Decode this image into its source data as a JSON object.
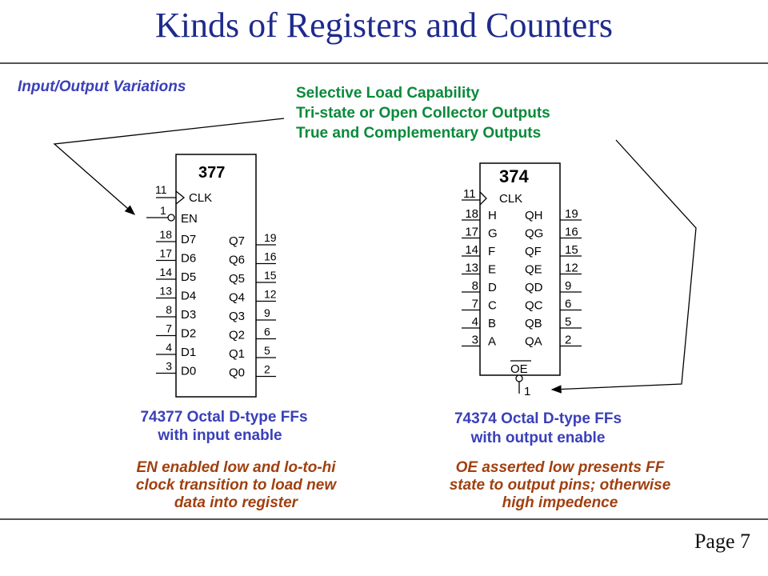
{
  "title": "Kinds of Registers and Counters",
  "io_heading": "Input/Output Variations",
  "variations": [
    "Selective Load Capability",
    "Tri-state or Open Collector Outputs",
    "True and Complementary Outputs"
  ],
  "chip377": {
    "name": "377",
    "clk_label": "CLK",
    "en_label": "EN",
    "clk_pin": "11",
    "en_pin": "1",
    "inputs": [
      {
        "label": "D7",
        "pin": "18"
      },
      {
        "label": "D6",
        "pin": "17"
      },
      {
        "label": "D5",
        "pin": "14"
      },
      {
        "label": "D4",
        "pin": "13"
      },
      {
        "label": "D3",
        "pin": "8"
      },
      {
        "label": "D2",
        "pin": "7"
      },
      {
        "label": "D1",
        "pin": "4"
      },
      {
        "label": "D0",
        "pin": "3"
      }
    ],
    "outputs": [
      {
        "label": "Q7",
        "pin": "19"
      },
      {
        "label": "Q6",
        "pin": "16"
      },
      {
        "label": "Q5",
        "pin": "15"
      },
      {
        "label": "Q4",
        "pin": "12"
      },
      {
        "label": "Q3",
        "pin": "9"
      },
      {
        "label": "Q2",
        "pin": "6"
      },
      {
        "label": "Q1",
        "pin": "5"
      },
      {
        "label": "Q0",
        "pin": "2"
      }
    ],
    "caption": [
      "74377 Octal D-type FFs",
      "with input enable"
    ],
    "note": [
      "EN enabled low and lo-to-hi",
      "clock transition to load new",
      "data into register"
    ]
  },
  "chip374": {
    "name": "374",
    "clk_label": "CLK",
    "oe_label": "OE",
    "clk_pin": "11",
    "oe_pin": "1",
    "inputs": [
      {
        "label": "H",
        "pin": "18"
      },
      {
        "label": "G",
        "pin": "17"
      },
      {
        "label": "F",
        "pin": "14"
      },
      {
        "label": "E",
        "pin": "13"
      },
      {
        "label": "D",
        "pin": "8"
      },
      {
        "label": "C",
        "pin": "7"
      },
      {
        "label": "B",
        "pin": "4"
      },
      {
        "label": "A",
        "pin": "3"
      }
    ],
    "outputs": [
      {
        "label": "QH",
        "pin": "19"
      },
      {
        "label": "QG",
        "pin": "16"
      },
      {
        "label": "QF",
        "pin": "15"
      },
      {
        "label": "QE",
        "pin": "12"
      },
      {
        "label": "QD",
        "pin": "9"
      },
      {
        "label": "QC",
        "pin": "6"
      },
      {
        "label": "QB",
        "pin": "5"
      },
      {
        "label": "QA",
        "pin": "2"
      }
    ],
    "caption": [
      "74374 Octal D-type FFs",
      "with output enable"
    ],
    "note": [
      "OE asserted low presents FF",
      "state to output pins; otherwise",
      "high impedence"
    ]
  },
  "page_label": "Page 7"
}
